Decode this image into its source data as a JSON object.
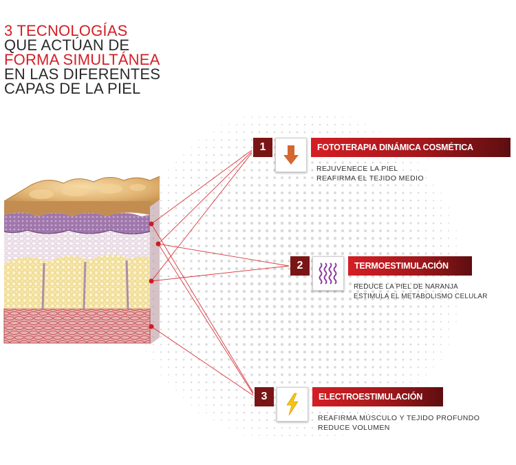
{
  "headline": {
    "line1": "3 TECNOLOGÍAS",
    "line2": "QUE ACTÚAN DE",
    "line3": "FORMA SIMULTÁNEA",
    "line4": "EN LAS DIFERENTES",
    "line5": "CAPAS DE LA PIEL"
  },
  "technologies": [
    {
      "number": "1",
      "icon": "arrow-down-icon",
      "title": "FOTOTERAPIA DINÁMICA COSMÉTICA",
      "benefits": [
        "REJUVENECE LA PIEL",
        "REAFIRMA EL TEJIDO MEDIO"
      ]
    },
    {
      "number": "2",
      "icon": "heat-waves-icon",
      "title": "TERMOESTIMULACIÓN",
      "benefits": [
        "REDUCE LA PIEL DE NARANJA",
        "ESTIMULA EL METABOLISMO CELULAR"
      ]
    },
    {
      "number": "3",
      "icon": "lightning-bolt-icon",
      "title": "ELECTROESTIMULACIÓN",
      "benefits": [
        "REAFIRMA MÚSCULO Y TEJIDO PROFUNDO",
        "REDUCE VOLUMEN"
      ]
    }
  ],
  "colors": {
    "accent_red": "#d11f25",
    "number_box": "#7a1515",
    "connector": "#d8343a",
    "text_dark": "#2a2a2a",
    "skin_surface": "#e0b676",
    "epidermis": "#9a6fa6",
    "dermis": "#efe3ec",
    "fat": "#f6e6a8",
    "muscle": "#e3a8a9"
  }
}
